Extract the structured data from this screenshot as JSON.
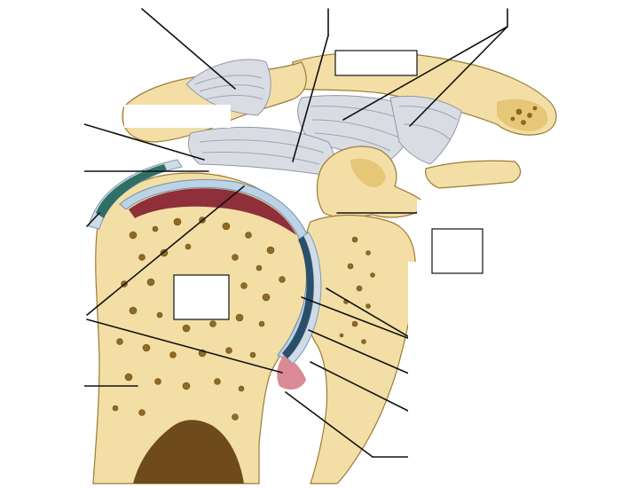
{
  "diagram": {
    "label_boxes": [
      {
        "id": "box-top-ligament",
        "text": ""
      },
      {
        "id": "box-upper-left",
        "text": ""
      },
      {
        "id": "box-right",
        "text": ""
      },
      {
        "id": "box-humerus-head",
        "text": ""
      }
    ],
    "colors": {
      "bone": "#f3dfa6",
      "cartilage": "#bcd3e6",
      "joint_cavity": "#8f2f3a",
      "synovial_membrane": "#d98a94",
      "ligament": "#d9dce3",
      "tendon": "#2f6f66"
    }
  }
}
